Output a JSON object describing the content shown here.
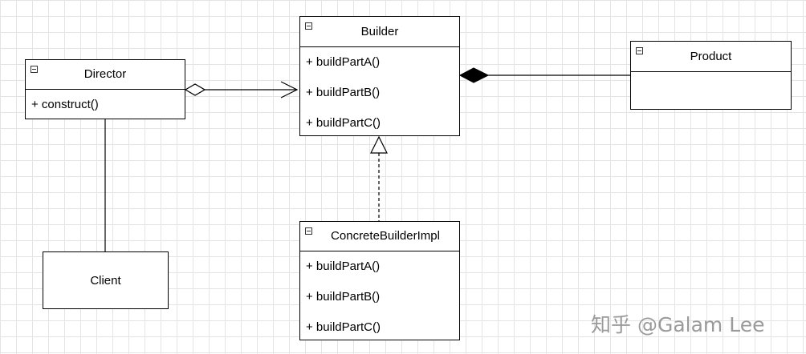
{
  "classes": {
    "builder": {
      "name": "Builder",
      "methods": [
        "+ buildPartA()",
        "+ buildPartB()",
        "+ buildPartC()"
      ]
    },
    "director": {
      "name": "Director",
      "methods": [
        "+ construct()"
      ]
    },
    "product": {
      "name": "Product",
      "methods": []
    },
    "concrete_builder": {
      "name": "ConcreteBuilderImpl",
      "methods": [
        "+ buildPartA()",
        "+ buildPartB()",
        "+ buildPartC()"
      ]
    },
    "client": {
      "name": "Client"
    }
  },
  "relations": [
    {
      "from": "Director",
      "to": "Builder",
      "kind": "aggregation"
    },
    {
      "from": "Builder",
      "to": "Product",
      "kind": "composition"
    },
    {
      "from": "ConcreteBuilderImpl",
      "to": "Builder",
      "kind": "realization"
    },
    {
      "from": "Client",
      "to": "Director",
      "kind": "association"
    }
  ],
  "watermark": "知乎 @Galam Lee"
}
